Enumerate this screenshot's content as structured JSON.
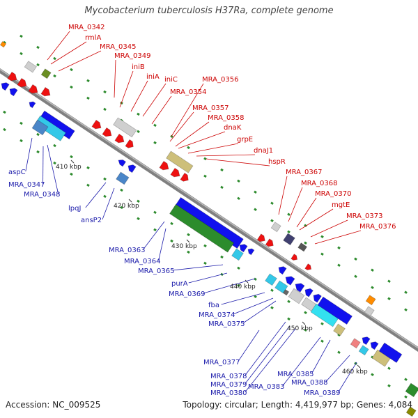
{
  "title": "Mycobacterium tuberculosis H37Ra, complete genome",
  "footer": {
    "accession": "Accession: NC_009525",
    "summary": "Topology: circular; Length: 4,419,977 bp; Genes: 4,084"
  },
  "colors": {
    "backbone": "#808080",
    "forward_label": "#cc0000",
    "reverse_label": "#1a1aaa",
    "tick": "#2e8b2e"
  },
  "scale_labels": [
    "410 kbp",
    "420 kbp",
    "430 kbp",
    "440 kbp",
    "450 kbp",
    "460 kbp"
  ],
  "forward_genes": [
    "MRA_0342",
    "rmlA",
    "MRA_0345",
    "MRA_0349",
    "iniB",
    "iniA",
    "iniC",
    "MRA_0356",
    "MRA_0354",
    "MRA_0357",
    "MRA_0358",
    "dnaK",
    "grpE",
    "dnaJ1",
    "hspR",
    "MRA_0367",
    "MRA_0368",
    "MRA_0370",
    "mgtE",
    "MRA_0373",
    "MRA_0376"
  ],
  "reverse_genes": [
    "aspC",
    "MRA_0347",
    "MRA_0348",
    "lpqJ",
    "ansP2",
    "MRA_0363",
    "MRA_0364",
    "MRA_0365",
    "purA",
    "MRA_0369",
    "fba",
    "MRA_0374",
    "MRA_0375",
    "MRA_0377",
    "MRA_0378",
    "MRA_0379",
    "MRA_0380",
    "MRA_0383",
    "MRA_0385",
    "MRA_0388",
    "MRA_0389"
  ]
}
